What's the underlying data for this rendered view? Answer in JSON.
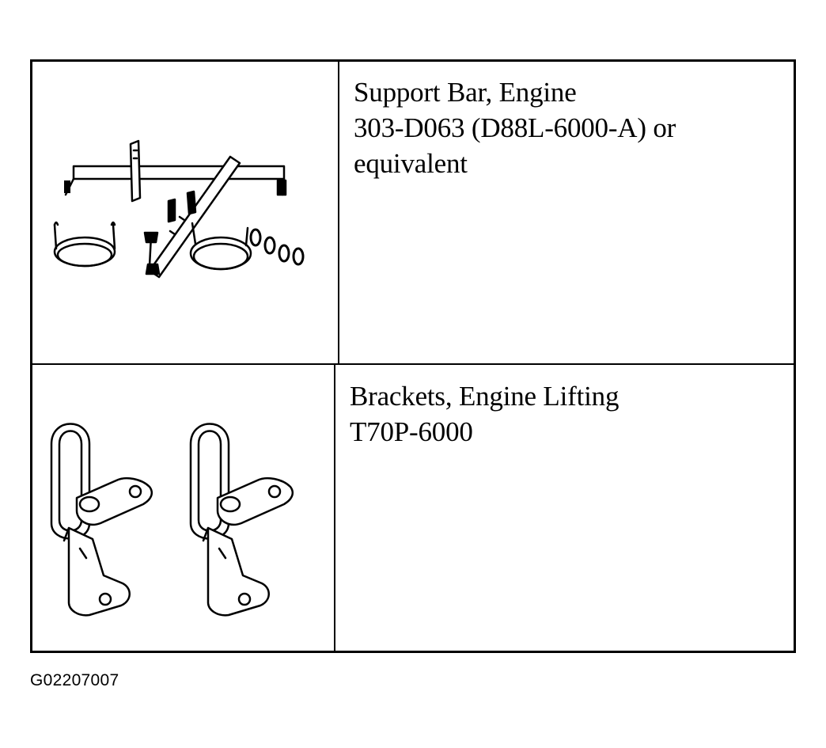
{
  "tools": [
    {
      "name": "Support Bar, Engine",
      "part_number": "303-D063 (D88L-6000-A) or",
      "note": "equivalent",
      "illustration_icon": "engine-support-bar-icon"
    },
    {
      "name": "Brackets, Engine Lifting",
      "part_number": "T70P-6000",
      "illustration_icon": "engine-lifting-brackets-icon"
    }
  ],
  "figure_id": "G02207007",
  "colors": {
    "ink": "#000000",
    "paper": "#ffffff"
  }
}
